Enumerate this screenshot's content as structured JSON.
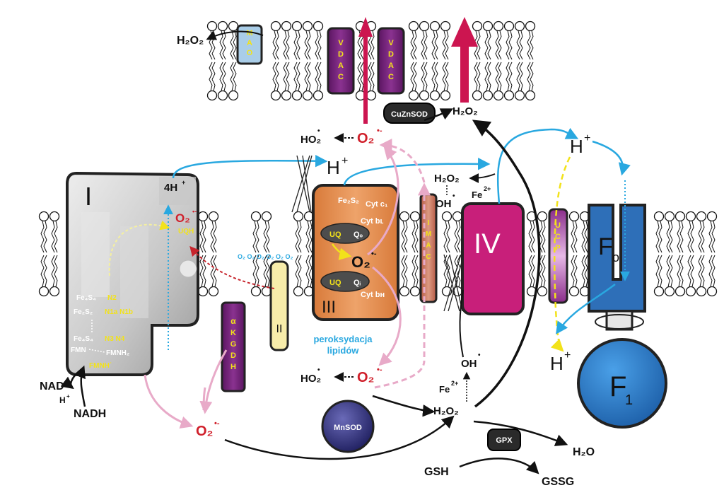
{
  "complexes": {
    "c1": "I",
    "c2": "II",
    "c3": "III",
    "c4": "IV",
    "fo_main": "F",
    "fo_sub": "o",
    "f1_main": "F",
    "f1_sub": "1"
  },
  "proteins": {
    "mao": [
      "M",
      "A",
      "O"
    ],
    "vdac": [
      "V",
      "D",
      "A",
      "C"
    ],
    "imac": [
      "I",
      "M",
      "A",
      "C"
    ],
    "ucp": [
      "U",
      "C",
      "P"
    ],
    "akgdh": [
      "α",
      "K",
      "G",
      "D",
      "H"
    ],
    "cuznsod": "CuZnSOD",
    "mnsod": "MnSOD",
    "gpx": "GPX"
  },
  "complex1_labels": {
    "four_h": "4H",
    "four_h_sup": "+",
    "fes_n2": "Fe₄S₄",
    "n2": "N2",
    "fes_n1": "Fe₂S₂",
    "n1ab": "N1a N1b",
    "fes_n3": "Fe₄S₄",
    "n3n4": "N3 N4",
    "fmn": "FMN",
    "fmnh2": "FMNH₂",
    "fmnh": "FMNH˙",
    "ubh": "UQH"
  },
  "complex3_labels": {
    "fe2s2": "Fe₂S₂",
    "cyt_c1": "Cyt c₁",
    "cyt_bl": "Cyt bʟ",
    "cyt_bh": "Cyt bʜ",
    "uq": "UQ",
    "qo": "Qₒ",
    "qi": "Qᵢ"
  },
  "species": {
    "h2o2": "H₂O₂",
    "h_plus": "H",
    "plus": "+",
    "ho2": "HO₂",
    "o2": "O₂",
    "oh": "OH",
    "fe": "Fe",
    "fe_sup": "2+",
    "nad": "NAD",
    "nadh": "NADH",
    "h_small": "H",
    "h2o": "H₂O",
    "gsh": "GSH",
    "gssg": "GSSG",
    "sup_minus": "•-",
    "dot": "•"
  },
  "lipid_peroxidation": [
    "peroksydacja",
    "lipidów"
  ],
  "colors": {
    "complex_gray": "#d0d0d0",
    "complex3_orange": "#e0894d",
    "complex4_magenta": "#c81f7a",
    "atp_blue": "#2e6fb8",
    "purple_protein": "#6d1f6f",
    "superoxide_red": "#d0202b",
    "arrow_cyan": "#29a8e0",
    "arrow_pink": "#e8aac8",
    "arrow_crimson": "#cc1550",
    "label_yellow": "#f2e21a"
  }
}
